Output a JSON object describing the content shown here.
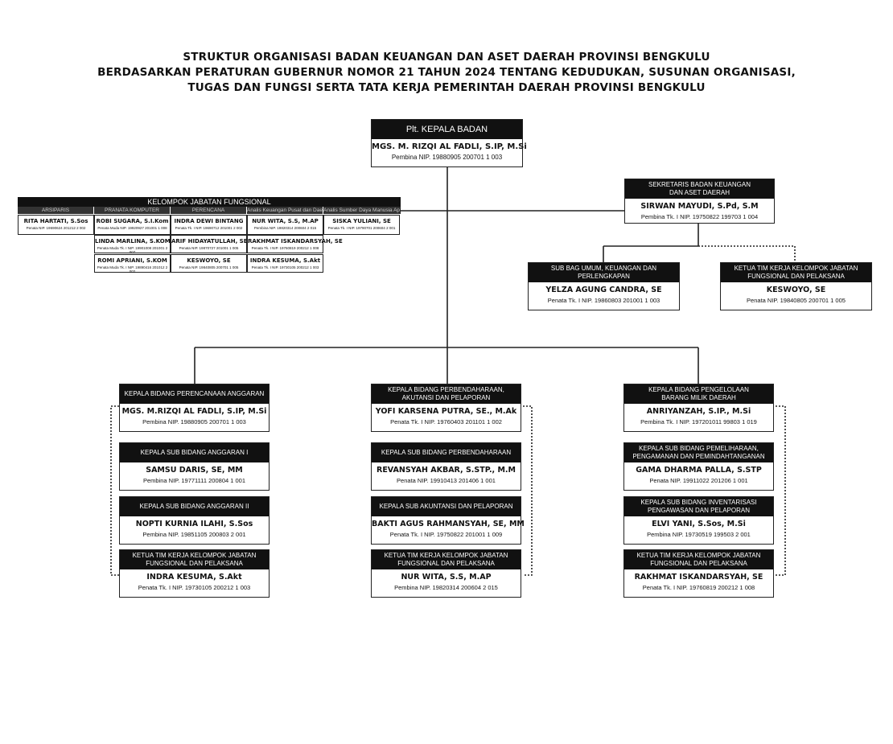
{
  "title": {
    "line1": "STRUKTUR ORGANISASI BADAN KEUANGAN DAN ASET DAERAH PROVINSI BENGKULU",
    "line2": "BERDASARKAN PERATURAN GUBERNUR NOMOR 21 TAHUN 2024 TENTANG KEDUDUKAN, SUSUNAN ORGANISASI,",
    "line3": "TUGAS DAN FUNGSI SERTA TATA KERJA PEMERINTAH DAERAH PROVINSI BENGKULU"
  },
  "kepala": {
    "position": "Plt. KEPALA BADAN",
    "name": "MGS. M. RIZQI AL FADLI, S.IP, M.Si",
    "nip": "Pembina NIP. 19880905 200701 1 003"
  },
  "sekretaris": {
    "position_l1": "SEKRETARIS BADAN KEUANGAN",
    "position_l2": "DAN ASET DAERAH",
    "name": "SIRWAN MAYUDI, S.Pd, S.M",
    "nip": "Pembina Tk. I NIP. 19750822 199703 1 004"
  },
  "subbag_umum": {
    "position": "SUB BAG UMUM, KEUANGAN DAN PERLENGKAPAN",
    "name": "YELZA AGUNG CANDRA, SE",
    "nip": "Penata Tk. I NIP. 19860803 201001 1 003"
  },
  "ketua_tim_sekretariat": {
    "position_l1": "KETUA TIM KERJA KELOMPOK JABATAN",
    "position_l2": "FUNGSIONAL DAN PELAKSANA",
    "name": "KESWOYO, SE",
    "nip": "Penata NIP. 19840805 200701 1 005"
  },
  "functional": {
    "title": "KELOMPOK JABATAN FUNGSIONAL",
    "columns": [
      {
        "header": "ARSIPARIS",
        "members": [
          {
            "name": "RITA HARTATI, S.Sos",
            "nip": "Penata NIP. 19690624 201212 2 002"
          }
        ]
      },
      {
        "header": "PRANATA KOMPUTER",
        "members": [
          {
            "name": "ROBI SUGARA, S.I.Kom",
            "nip": "Penata Muda NIP. 19920927 201001 1 008"
          },
          {
            "name": "LINDA MARLINA, S.KOM",
            "nip": "Penata Muda Tk. I NIP. 19901008 201001 2 007"
          },
          {
            "name": "ROMI APRIANI, S.KOM",
            "nip": "Penata Muda Tk. I NIP. 19890416 201012 2 002"
          }
        ]
      },
      {
        "header": "PERENCANA",
        "members": [
          {
            "name": "INDRA DEWI BINTANG",
            "nip": "Penata Tk. I NIP. 19690712 201001 2 002"
          },
          {
            "name": "ARIF HIDAYATULLAH, SE",
            "nip": "Penata NIP. 19870727 201001 1 005"
          },
          {
            "name": "KESWOYO, SE",
            "nip": "Penata NIP. 19840805 200701 1 005"
          }
        ]
      },
      {
        "header": "Analis Keuangan Pusat dan Daerah",
        "members": [
          {
            "name": "NUR WITA, S.S, M.AP",
            "nip": "Pembina NIP. 19820314 200604 2 015"
          },
          {
            "name": "RAKHMAT ISKANDARSYAH, SE",
            "nip": "Penata Tk. I NIP. 19760819 200212 1 008"
          },
          {
            "name": "INDRA KESUMA, S.Akt",
            "nip": "Penata Tk. I NIP. 19730105 200212 1 003"
          }
        ]
      },
      {
        "header": "Analis Sumber Daya Manusia Aparatur",
        "members": [
          {
            "name": "SISKA YULIANI, SE",
            "nip": "Penata Tk. I NIP. 19790701 200604 2 001"
          }
        ]
      }
    ]
  },
  "divisions": [
    {
      "head": {
        "position_l1": "KEPALA BIDANG PERENCANAAN ANGGARAN",
        "position_l2": "",
        "name": "MGS. M.RIZQI AL FADLI, S.IP, M.Si",
        "nip": "Pembina NIP. 19880905 200701 1 003"
      },
      "subs": [
        {
          "position_l1": "KEPALA SUB BIDANG ANGGARAN I",
          "position_l2": "",
          "name": "SAMSU DARIS, SE, MM",
          "nip": "Pembina NIP. 19771111 200804 1 001"
        },
        {
          "position_l1": "KEPALA SUB BIDANG ANGGARAN II",
          "position_l2": "",
          "name": "NOPTI KURNIA ILAHI, S.Sos",
          "nip": "Pembina NIP. 19851105 200803 2 001"
        },
        {
          "position_l1": "KETUA TIM KERJA KELOMPOK JABATAN",
          "position_l2": "FUNGSIONAL DAN PELAKSANA",
          "name": "INDRA KESUMA, S.Akt",
          "nip": "Penata Tk. I NIP. 19730105 200212 1 003"
        }
      ]
    },
    {
      "head": {
        "position_l1": "KEPALA BIDANG PERBENDAHARAAN,",
        "position_l2": "AKUTANSI DAN PELAPORAN",
        "name": "YOFI KARSENA PUTRA, SE., M.Ak",
        "nip": "Penata Tk. I NIP. 19760403 201101 1 002"
      },
      "subs": [
        {
          "position_l1": "KEPALA SUB BIDANG PERBENDAHARAAN",
          "position_l2": "",
          "name": "REVANSYAH AKBAR, S.STP., M.M",
          "nip": "Penata NIP. 19910413 201406 1 001"
        },
        {
          "position_l1": "KEPALA SUB AKUNTANSI DAN PELAPORAN",
          "position_l2": "",
          "name": "BAKTI AGUS RAHMANSYAH, SE, MM",
          "nip": "Penata Tk. I NIP. 19750822 201001 1 009"
        },
        {
          "position_l1": "KETUA TIM KERJA KELOMPOK JABATAN",
          "position_l2": "FUNGSIONAL DAN PELAKSANA",
          "name": "NUR WITA, S.S, M.AP",
          "nip": "Pembina NIP. 19820314 200604 2 015"
        }
      ]
    },
    {
      "head": {
        "position_l1": "KEPALA BIDANG PENGELOLAAN",
        "position_l2": "BARANG MILIK DAERAH",
        "name": "ANRIYANZAH, S.IP., M.Si",
        "nip": "Pembina Tk. I NIP. 197201011 99803 1 019"
      },
      "subs": [
        {
          "position_l1": "KEPALA SUB BIDANG PEMELIHARAAN,",
          "position_l2": "PENGAMANAN DAN PEMINDAHTANGANAN",
          "name": "GAMA DHARMA PALLA, S.STP",
          "nip": "Penata NIP. 19911022 201206 1 001"
        },
        {
          "position_l1": "KEPALA SUB BIDANG INVENTARISASI",
          "position_l2": "PENGAWASAN DAN PELAPORAN",
          "name": "ELVI YANI, S.Sos, M.Si",
          "nip": "Pembina NIP. 19730519 199503 2 001"
        },
        {
          "position_l1": "KETUA TIM KERJA KELOMPOK JABATAN",
          "position_l2": "FUNGSIONAL DAN PELAKSANA",
          "name": "RAKHMAT ISKANDARSYAH, SE",
          "nip": "Penata Tk. I NIP. 19760819 200212 1 008"
        }
      ]
    }
  ]
}
